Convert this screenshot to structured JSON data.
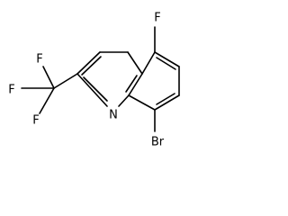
{
  "molecule": {
    "atoms": {
      "fluoro_top": "F",
      "nitrogen": "N",
      "bromo": "Br",
      "cf3_f_top": "F",
      "cf3_f_left": "F",
      "cf3_f_bottom": "F"
    }
  }
}
